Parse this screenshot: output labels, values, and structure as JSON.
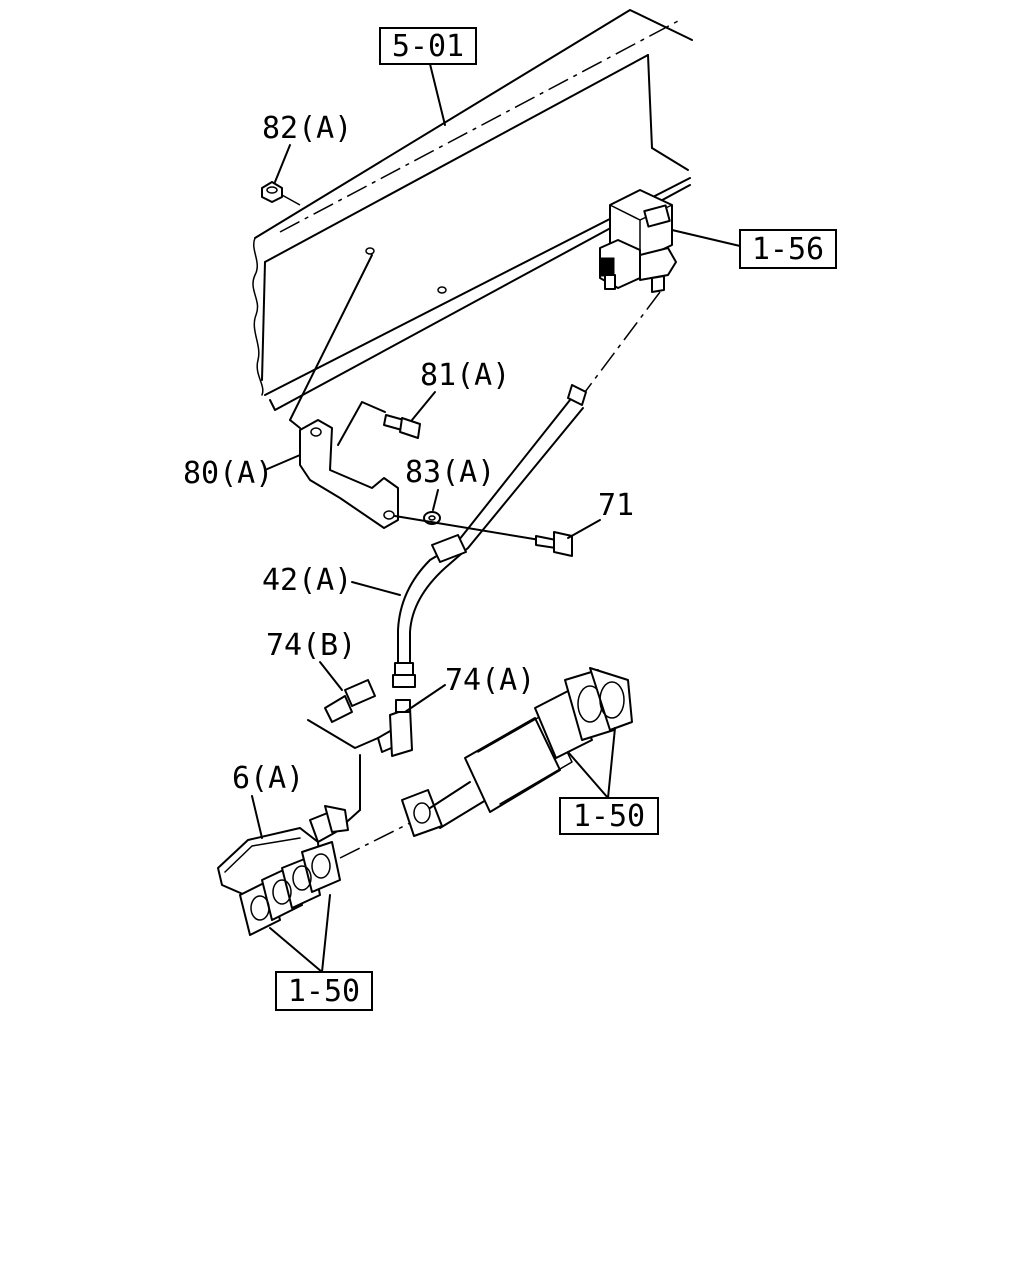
{
  "refs": {
    "r501": "5-01",
    "r156": "1-56",
    "r150_right": "1-50",
    "r150_bottom": "1-50"
  },
  "parts": {
    "p82a": "82(A)",
    "p81a": "81(A)",
    "p80a": "80(A)",
    "p83a": "83(A)",
    "p71": "71",
    "p42a": "42(A)",
    "p74b": "74(B)",
    "p74a": "74(A)",
    "p6a": "6(A)"
  }
}
